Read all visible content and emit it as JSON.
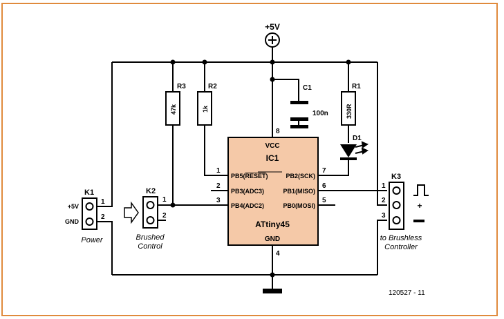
{
  "colors": {
    "frame": "#e08a3c",
    "ic_fill": "#f5c9a8",
    "wire": "#000000"
  },
  "supply": {
    "label": "+5V",
    "symbol": "plus-circle-icon"
  },
  "ic": {
    "ref": "IC1",
    "part": "ATtiny45",
    "vcc": "VCC",
    "gnd": "GND",
    "pin_vcc": "8",
    "pin_gnd": "4",
    "left_pins": [
      {
        "num": "1",
        "pre": "PB5(",
        "over": "RESET",
        "post": ")"
      },
      {
        "num": "2",
        "text": "PB3(ADC3)"
      },
      {
        "num": "3",
        "text": "PB4(ADC2)"
      }
    ],
    "right_pins": [
      {
        "num": "7",
        "text": "PB2(SCK)"
      },
      {
        "num": "6",
        "text": "PB1(MISO)"
      },
      {
        "num": "5",
        "text": "PB0(MOSI)"
      }
    ]
  },
  "resistors": [
    {
      "ref": "R3",
      "value": "47k"
    },
    {
      "ref": "R2",
      "value": "1k"
    },
    {
      "ref": "R1",
      "value": "330R"
    }
  ],
  "capacitor": {
    "ref": "C1",
    "value": "100n"
  },
  "led": {
    "ref": "D1"
  },
  "connectors": {
    "k1": {
      "ref": "K1",
      "pin1": "1",
      "pin2": "2",
      "sig1": "+5V",
      "sig2": "GND",
      "caption": "Power"
    },
    "k2": {
      "ref": "K2",
      "pin1": "1",
      "pin2": "2",
      "caption1": "Brushed",
      "caption2": "Control"
    },
    "k3": {
      "ref": "K3",
      "pin1": "1",
      "pin2": "2",
      "pin3": "3",
      "caption1": "to Brushless",
      "caption2": "Controller",
      "plus": "+"
    }
  },
  "figure_id": "120527 - 11"
}
